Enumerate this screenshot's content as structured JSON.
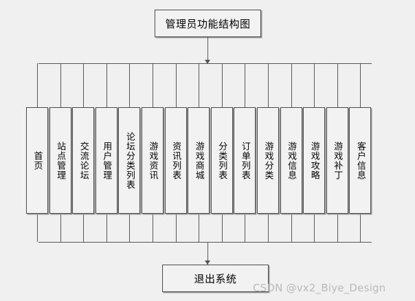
{
  "diagram": {
    "type": "tree-structure-chart",
    "root": {
      "label": "管理员功能结构图"
    },
    "exit": {
      "label": "退出系统"
    },
    "leaves": [
      {
        "label": "首页"
      },
      {
        "label": "站点管理"
      },
      {
        "label": "交流论坛"
      },
      {
        "label": "用户管理"
      },
      {
        "label": "论坛分类列表"
      },
      {
        "label": "游戏资讯"
      },
      {
        "label": "资讯列表"
      },
      {
        "label": "游戏商城"
      },
      {
        "label": "分类列表"
      },
      {
        "label": "订单列表"
      },
      {
        "label": "游戏分类"
      },
      {
        "label": "游戏信息"
      },
      {
        "label": "游戏攻略"
      },
      {
        "label": "游戏补丁"
      },
      {
        "label": "客户信息"
      }
    ]
  },
  "watermark": {
    "text": "CSDN @vx2_Biye_Design"
  },
  "colors": {
    "background": "#f0f0f0",
    "node_fill": "#f2f2f2",
    "node_border": "#4a4a4a",
    "node_shadow": "#9a9a9a",
    "connector": "#555555",
    "watermark": "#b9b9b9",
    "text": "#000000"
  }
}
